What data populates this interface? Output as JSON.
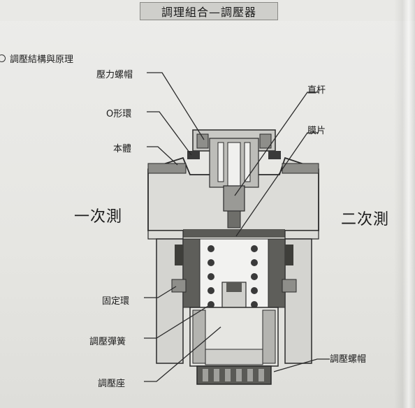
{
  "title": "調理組合—調壓器",
  "section_heading": "調壓結構與原理",
  "labels": {
    "pressure_cap": "壓力螺帽",
    "o_ring": "O形環",
    "body": "本體",
    "stem": "直杆",
    "diaphragm": "膜片",
    "primary_side": "一次測",
    "secondary_side": "二次測",
    "retaining_ring": "固定環",
    "regulating_spring": "調壓彈簧",
    "regulating_nut": "調壓螺帽",
    "regulating_seat": "調壓座"
  },
  "icons": {
    "bullet": "circle-bullet-icon"
  },
  "colors": {
    "background": "#e8e8e4",
    "title_box": "#cfcfcb",
    "outline": "#2a2a2a",
    "gray_fill": "#9a9a96",
    "dark_fill": "#6e6e6a",
    "light_fill": "#d8d8d4"
  }
}
